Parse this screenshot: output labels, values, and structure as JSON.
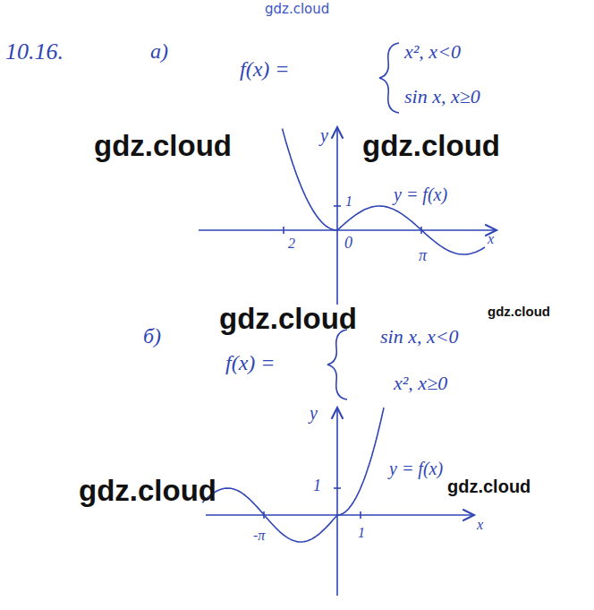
{
  "diagram": {
    "labels": [
      "gdz.cloud",
      "10.16.",
      "а)",
      "f(x) =",
      "x², x<0",
      "sin x, x≥0",
      "gdz.cloud",
      "gdz.cloud",
      "y",
      "1",
      "y = f(x)",
      "2",
      "0",
      "π",
      "x",
      "gdz.cloud",
      "gdz.cloud",
      "б)",
      "f(x) =",
      "sin x, x<0",
      "x², x≥0",
      "y",
      "1",
      "y = f(x)",
      "gdz.cloud",
      "gdz.cloud",
      "-π",
      "1",
      "x"
    ]
  }
}
